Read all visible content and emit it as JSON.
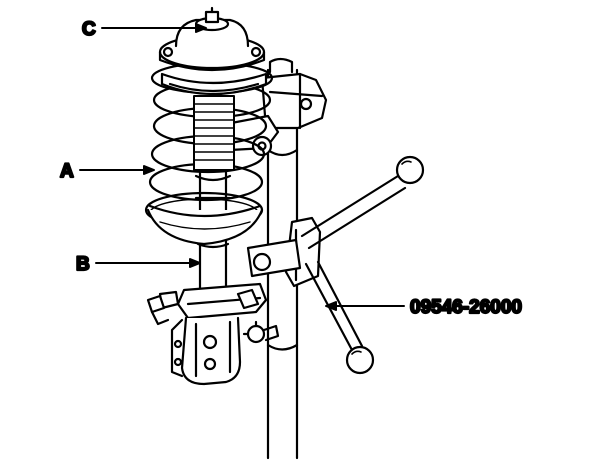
{
  "labels": {
    "a": "A",
    "b": "B",
    "c": "C",
    "tool": "09546-26000"
  },
  "colors": {
    "ink": "#000000",
    "paper": "#ffffff"
  }
}
